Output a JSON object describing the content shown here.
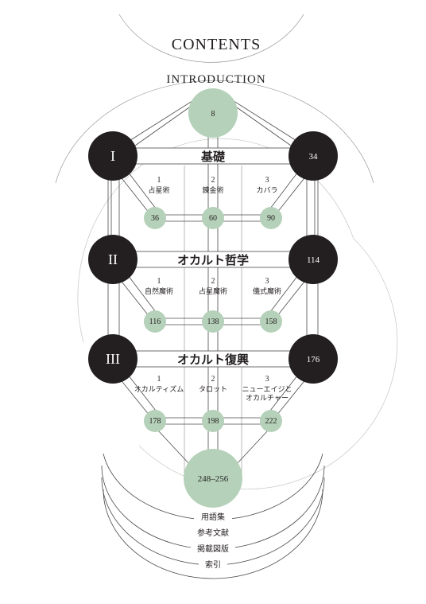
{
  "title": "CONTENTS",
  "introduction": {
    "label": "INTRODUCTION",
    "page": "8"
  },
  "parts": [
    {
      "roman": "I",
      "heading": "基礎",
      "page": "34",
      "chapters": [
        {
          "num": "1",
          "title": "占星術",
          "page": "36"
        },
        {
          "num": "2",
          "title": "錬金術",
          "page": "60"
        },
        {
          "num": "3",
          "title": "カバラ",
          "page": "90"
        }
      ]
    },
    {
      "roman": "II",
      "heading": "オカルト哲学",
      "page": "114",
      "chapters": [
        {
          "num": "1",
          "title": "自然魔術",
          "page": "116"
        },
        {
          "num": "2",
          "title": "占星魔術",
          "page": "138"
        },
        {
          "num": "3",
          "title": "儀式魔術",
          "page": "158"
        }
      ]
    },
    {
      "roman": "III",
      "heading": "オカルト復興",
      "page": "176",
      "chapters": [
        {
          "num": "1",
          "title": "オカルティズム",
          "page": "178"
        },
        {
          "num": "2",
          "title": "タロット",
          "page": "198"
        },
        {
          "num": "3",
          "title_line1": "ニューエイジと",
          "title_line2": "オカルチャー",
          "page": "222"
        }
      ]
    }
  ],
  "back_matter": {
    "pages": "248–256",
    "items": [
      "用語集",
      "参考文献",
      "掲載図版",
      "索引"
    ]
  },
  "colors": {
    "black_circle": "#231f20",
    "green_circle": "#b5d1b9"
  }
}
